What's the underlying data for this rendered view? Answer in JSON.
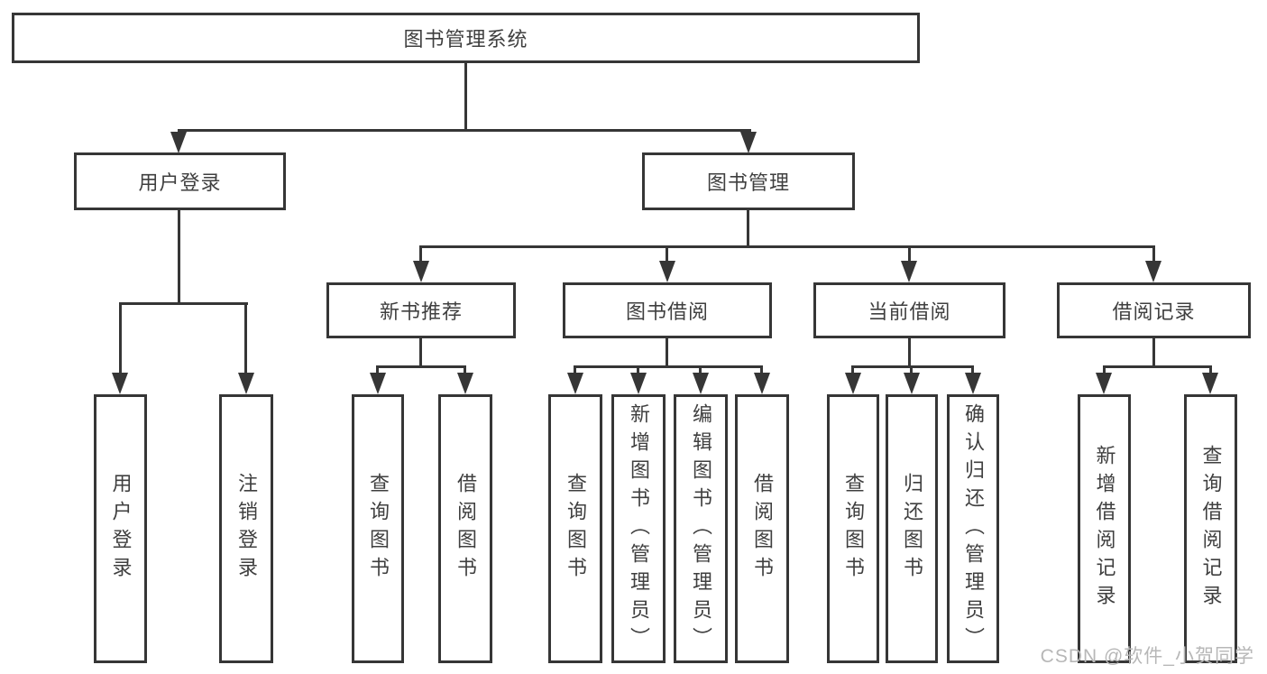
{
  "tree": {
    "label": "图书管理系统",
    "children": [
      {
        "label": "用户登录",
        "children": [
          {
            "label": "用户登录"
          },
          {
            "label": "注销登录"
          }
        ]
      },
      {
        "label": "图书管理",
        "children": [
          {
            "label": "新书推荐",
            "children": [
              {
                "label": "查询图书"
              },
              {
                "label": "借阅图书"
              }
            ]
          },
          {
            "label": "图书借阅",
            "children": [
              {
                "label": "查询图书"
              },
              {
                "label": "新增图书（管理员）"
              },
              {
                "label": "编辑图书（管理员）"
              },
              {
                "label": "借阅图书"
              }
            ]
          },
          {
            "label": "当前借阅",
            "children": [
              {
                "label": "查询图书"
              },
              {
                "label": "归还图书"
              },
              {
                "label": "确认归还（管理员）"
              }
            ]
          },
          {
            "label": "借阅记录",
            "children": [
              {
                "label": "新增借阅记录"
              },
              {
                "label": "查询借阅记录"
              }
            ]
          }
        ]
      }
    ]
  },
  "watermark": {
    "text": "CSDN @软件_小贺同学"
  },
  "colors": {
    "line": "#363636",
    "text": "#3f3f3f",
    "watermark": "#b7b7b7",
    "background": "#ffffff"
  }
}
